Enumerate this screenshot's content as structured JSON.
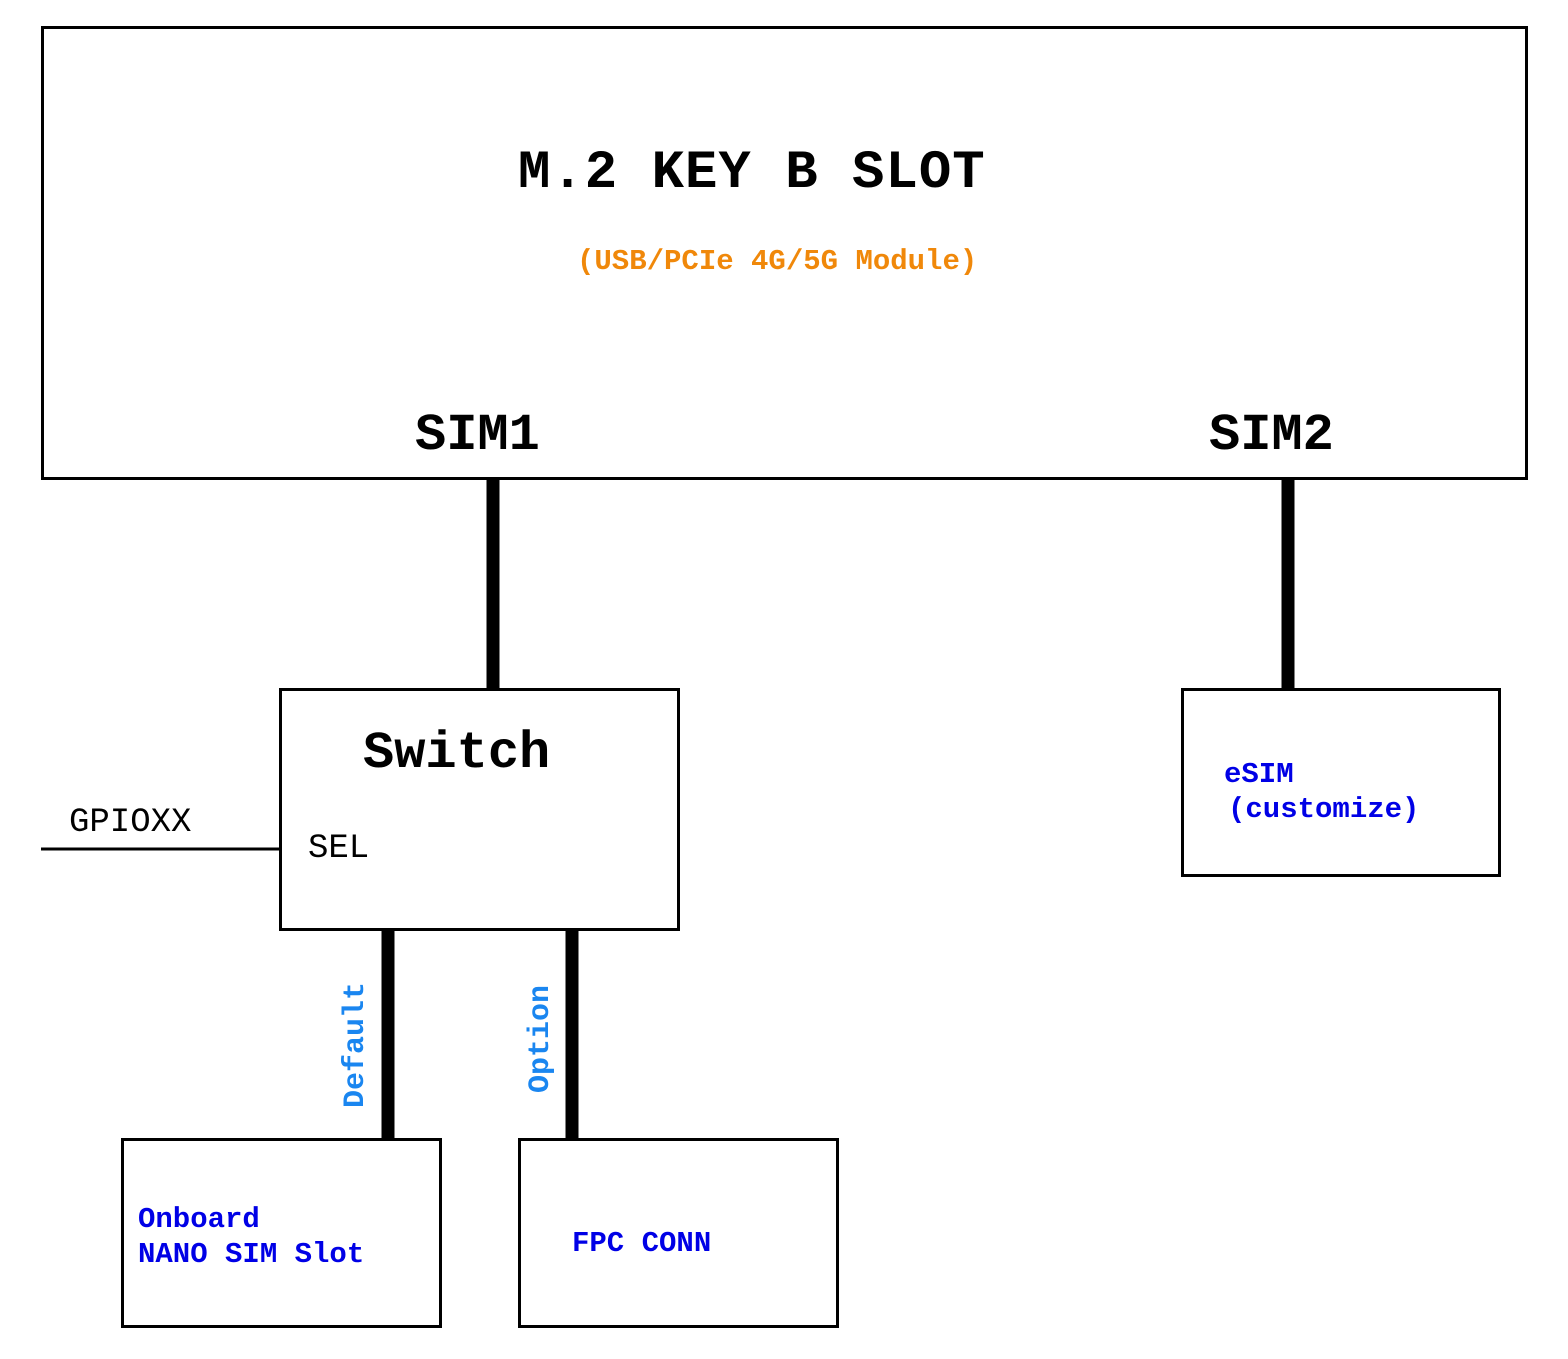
{
  "colors": {
    "black": "#000000",
    "accent_orange": "#f0880a",
    "label_blue": "#0000e6",
    "path_blue": "#1a86f0"
  },
  "module_slot": {
    "title": "M.2 KEY B SLOT",
    "subtitle": "(USB/PCIe 4G/5G Module)",
    "sim1_label": "SIM1",
    "sim2_label": "SIM2"
  },
  "switch": {
    "title": "Switch",
    "sel_label": "SEL",
    "gpio_label": "GPIOXX"
  },
  "paths": {
    "default_label": "Default",
    "option_label": "Option"
  },
  "endpoints": {
    "esim_line1": "eSIM",
    "esim_line2": "(customize)",
    "onboard_line1": "Onboard",
    "onboard_line2": "NANO SIM Slot",
    "fpc_label": "FPC CONN"
  }
}
